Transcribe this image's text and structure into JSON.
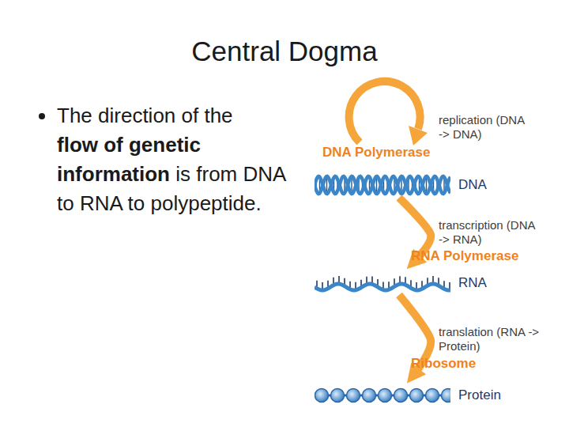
{
  "diagram": {
    "title": "Central Dogma",
    "nodes": [
      {
        "text": [
          "DNA"
        ]
      },
      {
        "text": [
          "RNA"
        ]
      },
      {
        "text": [
          "Protein"
        ]
      }
    ],
    "edges": [
      {
        "from": 0,
        "to": 1,
        "arrow": "to",
        "label": "transcription (DNA -> RNA)"
      },
      {
        "from": 1,
        "to": 2,
        "arrow": "to",
        "label": "translation (RNA -> Protein)"
      }
    ],
    "labels": [
      "The direction of the",
      "flow of genetic information",
      "is from DNA to RNA to polypeptide.",
      "replication (DNA -> DNA)",
      "DNA Polymerase",
      "RNA Polymerase",
      "Ribosome"
    ]
  }
}
